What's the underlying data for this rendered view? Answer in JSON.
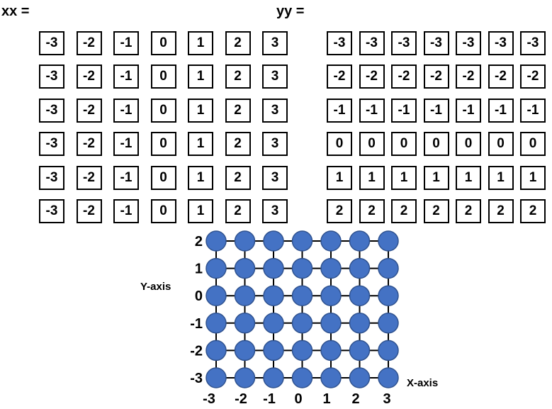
{
  "xx": {
    "label": "xx =",
    "rows": [
      [
        "-3",
        "-2",
        "-1",
        "0",
        "1",
        "2",
        "3"
      ],
      [
        "-3",
        "-2",
        "-1",
        "0",
        "1",
        "2",
        "3"
      ],
      [
        "-3",
        "-2",
        "-1",
        "0",
        "1",
        "2",
        "3"
      ],
      [
        "-3",
        "-2",
        "-1",
        "0",
        "1",
        "2",
        "3"
      ],
      [
        "-3",
        "-2",
        "-1",
        "0",
        "1",
        "2",
        "3"
      ],
      [
        "-3",
        "-2",
        "-1",
        "0",
        "1",
        "2",
        "3"
      ]
    ]
  },
  "yy": {
    "label": "yy =",
    "rows": [
      [
        "-3",
        "-3",
        "-3",
        "-3",
        "-3",
        "-3",
        "-3"
      ],
      [
        "-2",
        "-2",
        "-2",
        "-2",
        "-2",
        "-2",
        "-2"
      ],
      [
        "-1",
        "-1",
        "-1",
        "-1",
        "-1",
        "-1",
        "-1"
      ],
      [
        "0",
        "0",
        "0",
        "0",
        "0",
        "0",
        "0"
      ],
      [
        "1",
        "1",
        "1",
        "1",
        "1",
        "1",
        "1"
      ],
      [
        "2",
        "2",
        "2",
        "2",
        "2",
        "2",
        "2"
      ]
    ]
  },
  "grid_plot": {
    "x_axis_label": "X-axis",
    "y_axis_label": "Y-axis",
    "x_ticks": [
      "-3",
      "-2",
      "-1",
      "0",
      "1",
      "2",
      "3"
    ],
    "y_ticks": [
      "2",
      "1",
      "0",
      "-1",
      "-2",
      "-3"
    ],
    "point_color": "#4472C4",
    "point_outline_color": "#2F528F",
    "line_color": "#000000"
  }
}
